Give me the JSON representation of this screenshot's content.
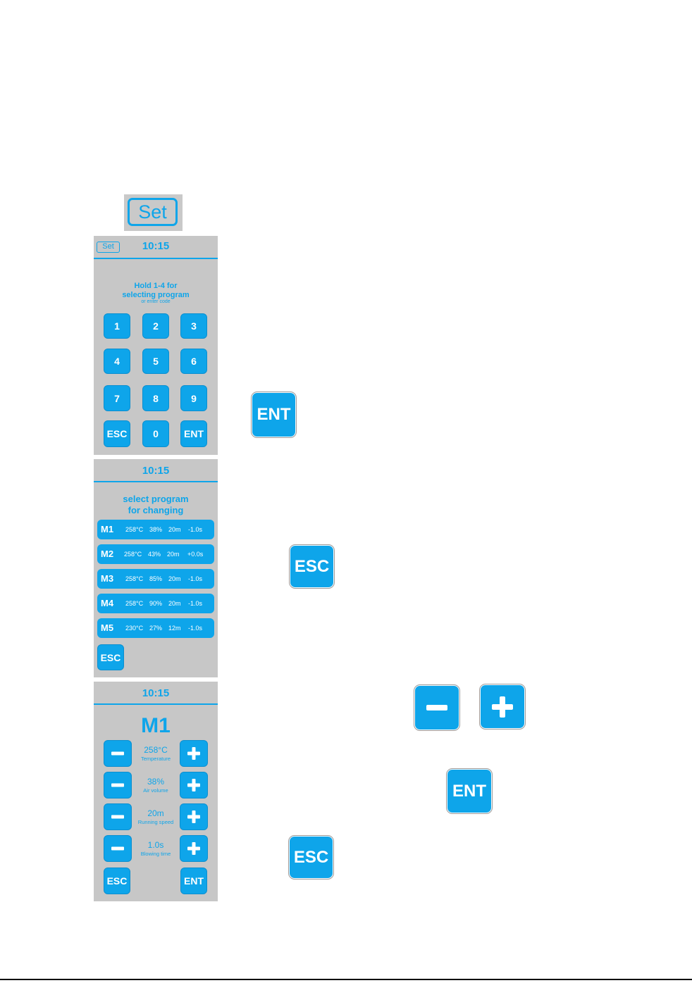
{
  "set_button": {
    "label": "Set"
  },
  "screen1": {
    "set_label": "Set",
    "time": "10:15",
    "instruction_line1": "Hold 1-4 for",
    "instruction_line2": "selecting program",
    "instruction_line3": "or enter code",
    "keys": [
      "1",
      "2",
      "3",
      "4",
      "5",
      "6",
      "7",
      "8",
      "9",
      "ESC",
      "0",
      "ENT"
    ]
  },
  "ent_key_1": {
    "label": "ENT"
  },
  "screen2": {
    "time": "10:15",
    "title_line1": "select program",
    "title_line2": "for changing",
    "programs": [
      {
        "name": "M1",
        "temp": "258°C",
        "air": "38%",
        "speed": "20m",
        "blow": "-1.0s"
      },
      {
        "name": "M2",
        "temp": "258°C",
        "air": "43%",
        "speed": "20m",
        "blow": "+0.0s"
      },
      {
        "name": "M3",
        "temp": "258°C",
        "air": "85%",
        "speed": "20m",
        "blow": "-1.0s"
      },
      {
        "name": "M4",
        "temp": "258°C",
        "air": "90%",
        "speed": "20m",
        "blow": "-1.0s"
      },
      {
        "name": "M5",
        "temp": "230°C",
        "air": "27%",
        "speed": "12m",
        "blow": "-1.0s"
      }
    ],
    "esc_label": "ESC"
  },
  "esc_key_1": {
    "label": "ESC"
  },
  "screen3": {
    "time": "10:15",
    "program": "M1",
    "controls": [
      {
        "value": "258°C",
        "label": "Temperature"
      },
      {
        "value": "38%",
        "label": "Air volume"
      },
      {
        "value": "20m",
        "label": "Running speed"
      },
      {
        "value": "1.0s",
        "label": "Blowing time"
      }
    ],
    "esc_label": "ESC",
    "ent_label": "ENT"
  },
  "ent_key_2": {
    "label": "ENT"
  },
  "esc_key_2": {
    "label": "ESC"
  },
  "colors": {
    "accent": "#0ea5ea",
    "screen_bg": "#c7c7c7"
  }
}
